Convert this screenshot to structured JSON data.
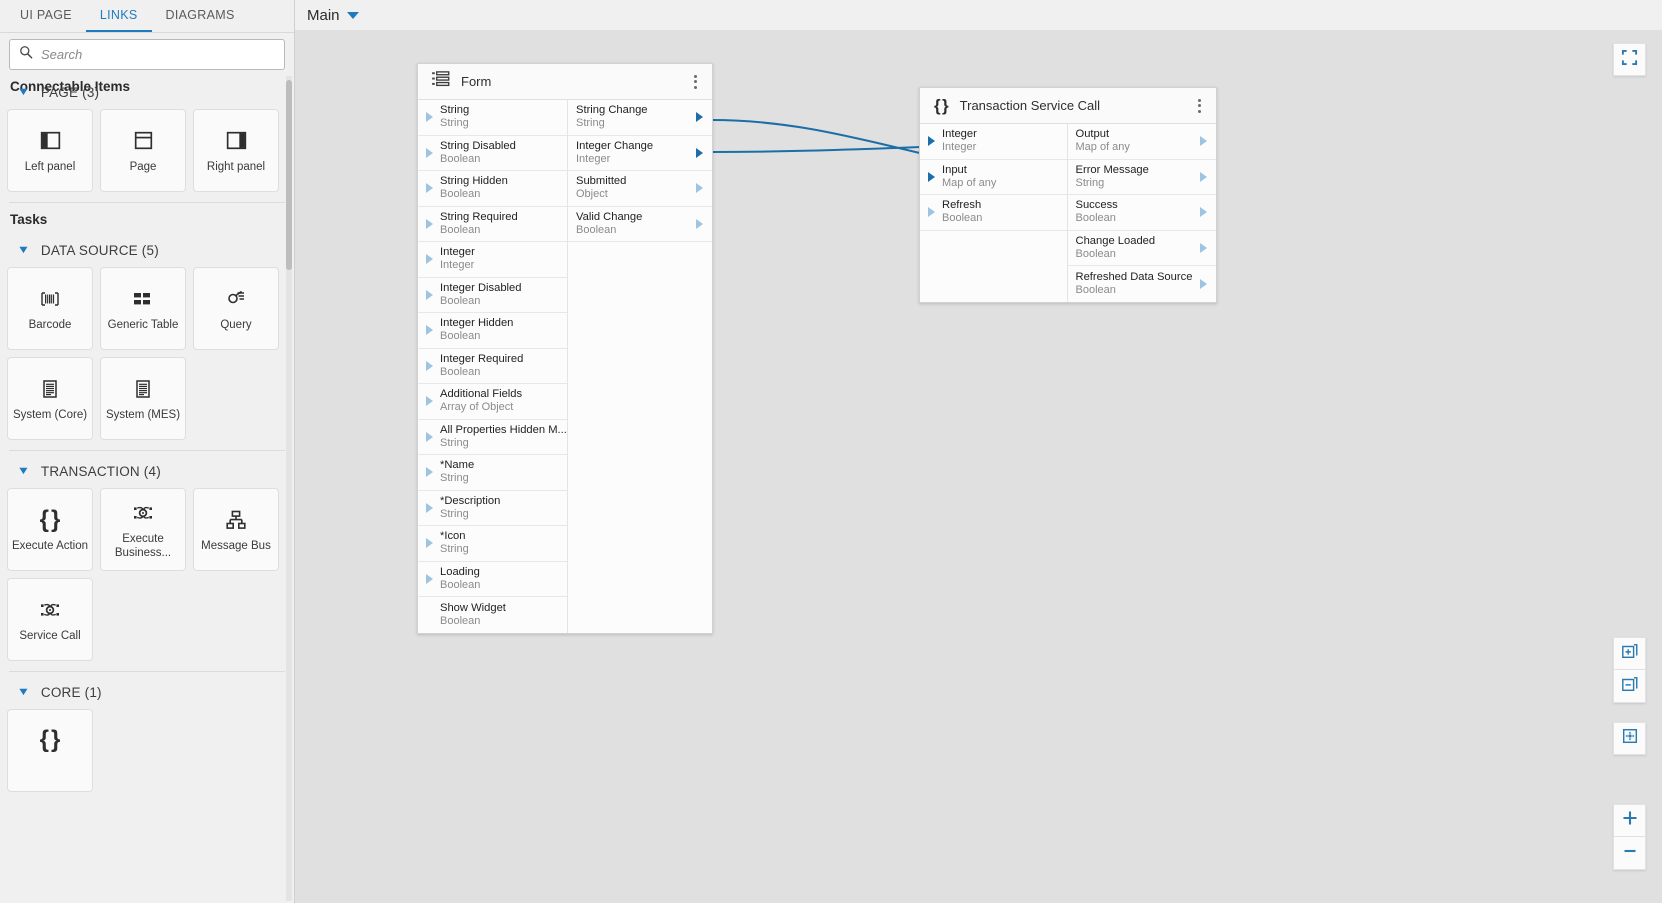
{
  "left_panel": {
    "tabs": [
      {
        "label": "UI PAGE",
        "active": false
      },
      {
        "label": "LINKS",
        "active": true
      },
      {
        "label": "DIAGRAMS",
        "active": false
      }
    ],
    "search": {
      "value": "",
      "placeholder": "Search",
      "icon": "search-icon"
    },
    "connectable_items_title": "Connectable Items",
    "tasks_title": "Tasks",
    "groups": [
      {
        "label": "PAGE (3)",
        "expanded": true,
        "items": [
          {
            "label": "Left panel",
            "icon": "left-panel-icon"
          },
          {
            "label": "Page",
            "icon": "page-icon"
          },
          {
            "label": "Right panel",
            "icon": "right-panel-icon"
          }
        ]
      },
      {
        "label": "DATA SOURCE (5)",
        "expanded": true,
        "items": [
          {
            "label": "Barcode",
            "icon": "barcode-icon"
          },
          {
            "label": "Generic Table",
            "icon": "generic-table-icon"
          },
          {
            "label": "Query",
            "icon": "query-icon"
          },
          {
            "label": "System (Core)",
            "icon": "document-icon"
          },
          {
            "label": "System (MES)",
            "icon": "document-icon"
          }
        ]
      },
      {
        "label": "TRANSACTION (4)",
        "expanded": true,
        "items": [
          {
            "label": "Execute Action",
            "icon": "braces-icon"
          },
          {
            "label": "Execute Business...",
            "icon": "gear-network-icon"
          },
          {
            "label": "Message Bus",
            "icon": "message-bus-icon"
          },
          {
            "label": "Service Call",
            "icon": "gear-network-icon"
          }
        ]
      },
      {
        "label": "CORE (1)",
        "expanded": true,
        "items": [
          {
            "label": "",
            "icon": "json-icon"
          }
        ]
      }
    ]
  },
  "canvas": {
    "diagram_name": "Main",
    "dropdown_icon": "chevron-down-icon",
    "fullscreen_button": {
      "name": "fullscreen-icon",
      "title": "Fullscreen"
    },
    "tools": [
      {
        "name": "expand-all-icon",
        "glyph": "+"
      },
      {
        "name": "collapse-all-icon",
        "glyph": "-"
      },
      {
        "name": "fit-to-screen-icon",
        "glyph": "fit"
      },
      {
        "name": "zoom-in-icon",
        "glyph": "+"
      },
      {
        "name": "zoom-out-icon",
        "glyph": "-"
      }
    ],
    "link_badge": {
      "icon": "refresh-icon"
    },
    "nodes": [
      {
        "id": "form",
        "title": "Form",
        "icon": "form-icon",
        "kebab": "more-options-icon",
        "inputs": [
          {
            "name": "String",
            "type": "String",
            "marker": "hollow"
          },
          {
            "name": "String Disabled",
            "type": "Boolean",
            "marker": "hollow"
          },
          {
            "name": "String Hidden",
            "type": "Boolean",
            "marker": "hollow"
          },
          {
            "name": "String Required",
            "type": "Boolean",
            "marker": "hollow"
          },
          {
            "name": "Integer",
            "type": "Integer",
            "marker": "hollow"
          },
          {
            "name": "Integer Disabled",
            "type": "Boolean",
            "marker": "hollow"
          },
          {
            "name": "Integer Hidden",
            "type": "Boolean",
            "marker": "hollow"
          },
          {
            "name": "Integer Required",
            "type": "Boolean",
            "marker": "hollow"
          },
          {
            "name": "Additional Fields",
            "type": "Array of Object",
            "marker": "hollow"
          },
          {
            "name": "All Properties Hidden M...",
            "type": "String",
            "marker": "hollow"
          },
          {
            "name": "*Name",
            "type": "String",
            "marker": "hollow"
          },
          {
            "name": "*Description",
            "type": "String",
            "marker": "hollow"
          },
          {
            "name": "*Icon",
            "type": "String",
            "marker": "hollow"
          },
          {
            "name": "Loading",
            "type": "Boolean",
            "marker": "hollow"
          },
          {
            "name": "Show Widget",
            "type": "Boolean",
            "marker": "none"
          }
        ],
        "outputs": [
          {
            "name": "String Change",
            "type": "String",
            "marker": "filled"
          },
          {
            "name": "Integer Change",
            "type": "Integer",
            "marker": "filled"
          },
          {
            "name": "Submitted",
            "type": "Object",
            "marker": "hollow"
          },
          {
            "name": "Valid Change",
            "type": "Boolean",
            "marker": "hollow"
          }
        ]
      },
      {
        "id": "transaction-service-call",
        "title": "Transaction Service Call",
        "icon": "braces-icon",
        "kebab": "more-options-icon",
        "inputs": [
          {
            "name": "Integer",
            "type": "Integer",
            "marker": "filled"
          },
          {
            "name": "Input",
            "type": "Map of any",
            "marker": "filled"
          },
          {
            "name": "Refresh",
            "type": "Boolean",
            "marker": "hollow"
          }
        ],
        "outputs": [
          {
            "name": "Output",
            "type": "Map of any",
            "marker": "hollow"
          },
          {
            "name": "Error Message",
            "type": "String",
            "marker": "hollow"
          },
          {
            "name": "Success",
            "type": "Boolean",
            "marker": "hollow"
          },
          {
            "name": "Change Loaded",
            "type": "Boolean",
            "marker": "hollow"
          },
          {
            "name": "Refreshed Data Source",
            "type": "Boolean",
            "marker": "hollow"
          }
        ]
      }
    ],
    "links": [
      {
        "from": "form.String Change",
        "to": "transaction-service-call.Input"
      },
      {
        "from": "form.Integer Change",
        "to": "transaction-service-call.Integer"
      }
    ]
  },
  "colors": {
    "accent": "#1f7bbf",
    "link": "#1b6ea8",
    "canvas_bg": "#e0e0e0",
    "panel_bg": "#f0f0f0"
  }
}
